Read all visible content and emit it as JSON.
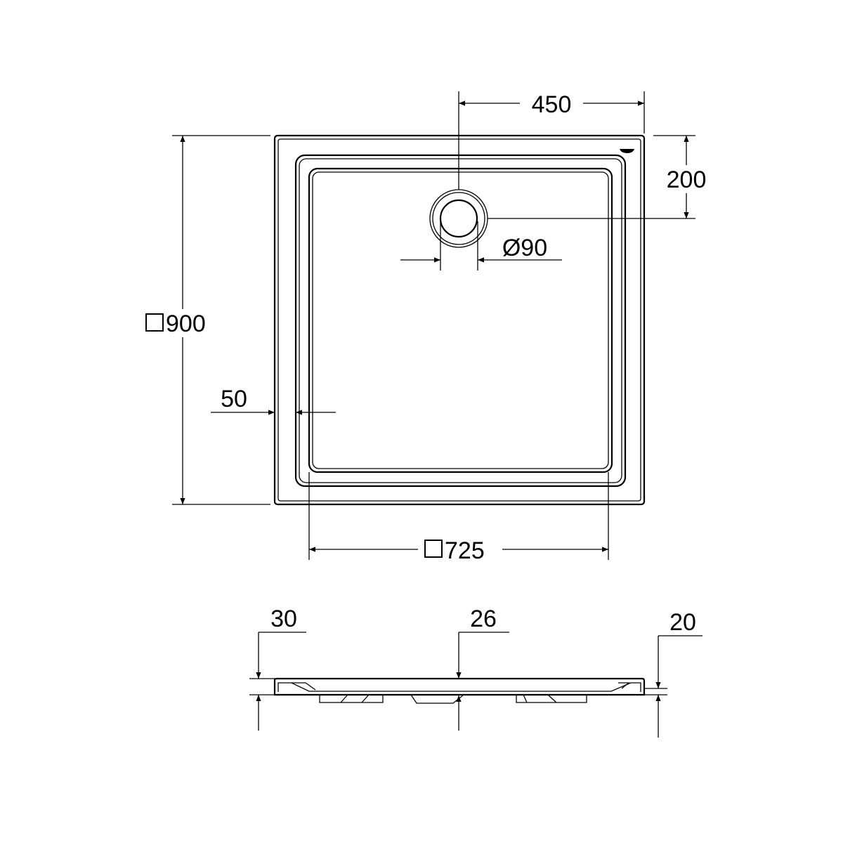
{
  "plan_view": {
    "dim_drain_offset_x": "450",
    "dim_drain_offset_y": "200",
    "dim_drain_diameter": "Ø90",
    "dim_outer_size": "900",
    "dim_rim_width": "50",
    "dim_inner_size": "725",
    "square_symbol": "□"
  },
  "side_view": {
    "dim_height_left": "30",
    "dim_height_center": "26",
    "dim_height_right": "20"
  },
  "colors": {
    "line": "#000000",
    "background": "#ffffff"
  }
}
